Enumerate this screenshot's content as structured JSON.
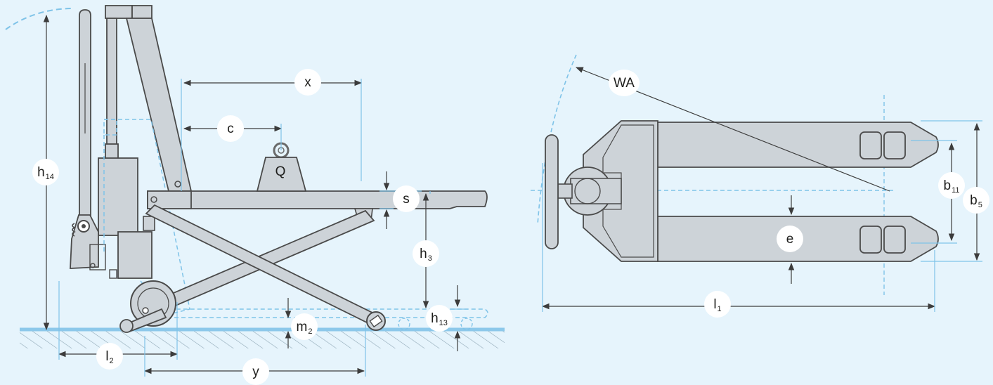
{
  "colors": {
    "background": "#e6f4fc",
    "body_fill": "#cdd3d8",
    "outline": "#4a4a4a",
    "dimension_line": "#3c3c3c",
    "dashed_blue": "#7fc3e8",
    "floor": "#8cc8ea",
    "label_bg": "#ffffff"
  },
  "labels": {
    "x": "x",
    "c": "c",
    "Q": "Q",
    "s": "s",
    "h14": {
      "main": "h",
      "sub": "14"
    },
    "h3": {
      "main": "h",
      "sub": "3"
    },
    "h13": {
      "main": "h",
      "sub": "13"
    },
    "m2": {
      "main": "m",
      "sub": "2"
    },
    "l2": {
      "main": "l",
      "sub": "2"
    },
    "y": "y",
    "WA": "WA",
    "b11": {
      "main": "b",
      "sub": "11"
    },
    "b5": {
      "main": "b",
      "sub": "5"
    },
    "e": "e",
    "l1": {
      "main": "l",
      "sub": "1"
    }
  },
  "icons": [
    "weight-icon",
    "pallet-truck-side-view",
    "pallet-truck-top-view",
    "floor-hatching"
  ]
}
